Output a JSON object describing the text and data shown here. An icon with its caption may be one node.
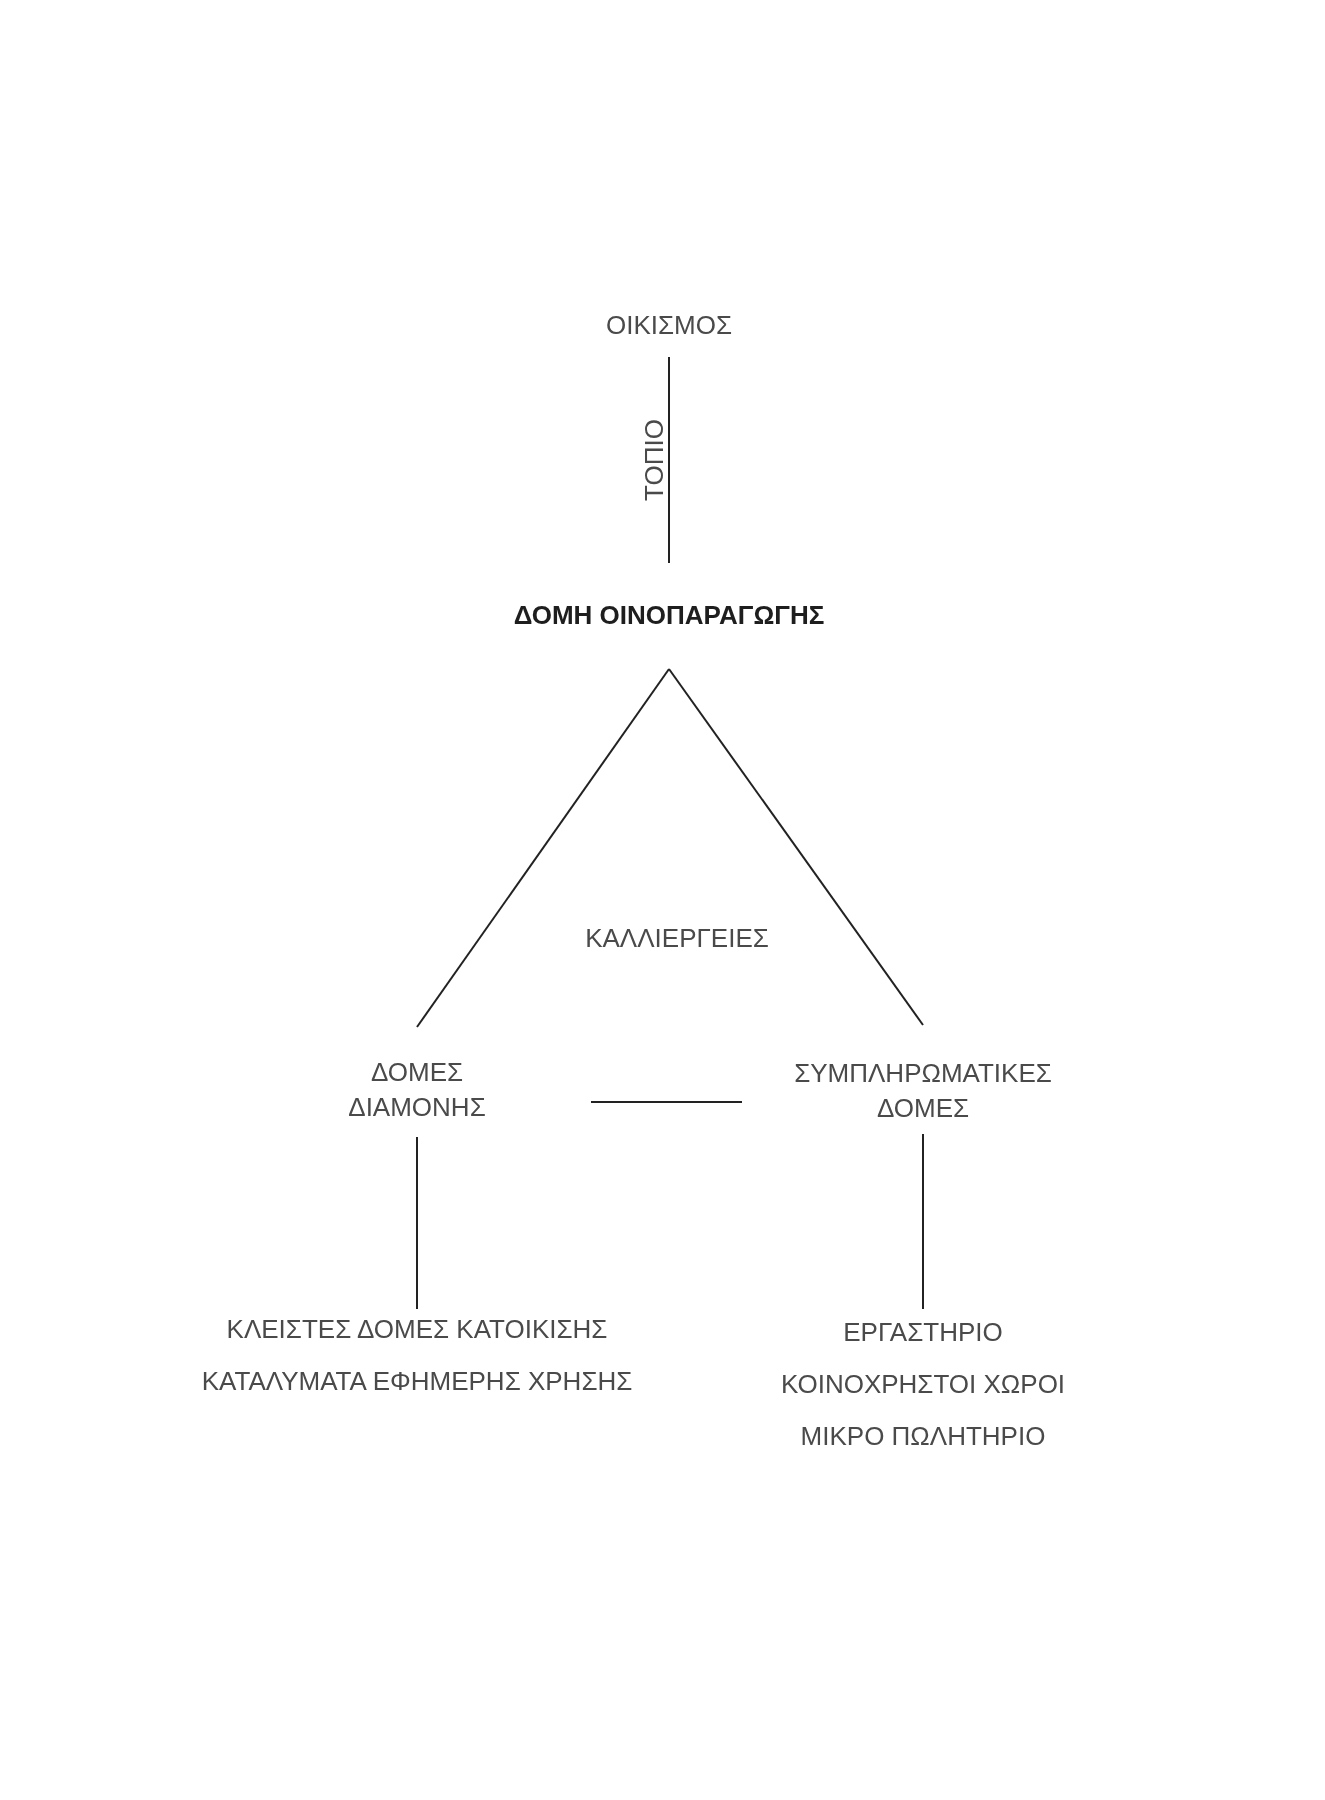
{
  "diagram": {
    "nodes": [
      {
        "text": [
          "ΟΙΚΙΣΜΟΣ"
        ]
      },
      {
        "text": [
          "ΔΟΜΗ ΟΙΝΟΠΑΡΑΓΩΓΗΣ"
        ]
      },
      {
        "text": [
          "ΔΟΜΕΣ ΔΙΑΜΟΝΗΣ"
        ]
      },
      {
        "text": [
          "ΣΥΜΠΛΗΡΩΜΑΤΙΚΕΣ ΔΟΜΕΣ"
        ]
      },
      {
        "text": [
          "ΚΛΕΙΣΤΕΣ ΔΟΜΕΣ ΚΑΤΟΙΚΙΣΗΣ",
          "ΚΑΤΑΛΥΜΑΤΑ ΕΦΗΜΕΡΗΣ ΧΡΗΣΗΣ"
        ]
      },
      {
        "text": [
          "ΕΡΓΑΣΤΗΡΙΟ",
          "ΚΟΙΝΟΧΡΗΣΤΟΙ ΧΩΡΟΙ",
          "ΜΙΚΡΟ ΠΩΛΗΤΗΡΙΟ"
        ]
      }
    ],
    "edges": [
      {
        "from": 0,
        "to": 1,
        "arrow": "none",
        "label": "ΤΟΠΙΟ"
      },
      {
        "from": 1,
        "to": 2,
        "arrow": "none"
      },
      {
        "from": 1,
        "to": 3,
        "arrow": "none"
      },
      {
        "from": 2,
        "to": 3,
        "arrow": "none"
      },
      {
        "from": 2,
        "to": 4,
        "arrow": "none"
      },
      {
        "from": 3,
        "to": 5,
        "arrow": "none"
      }
    ],
    "labels": [
      "ΚΑΛΛΙΕΡΓΕΙΕΣ"
    ]
  }
}
